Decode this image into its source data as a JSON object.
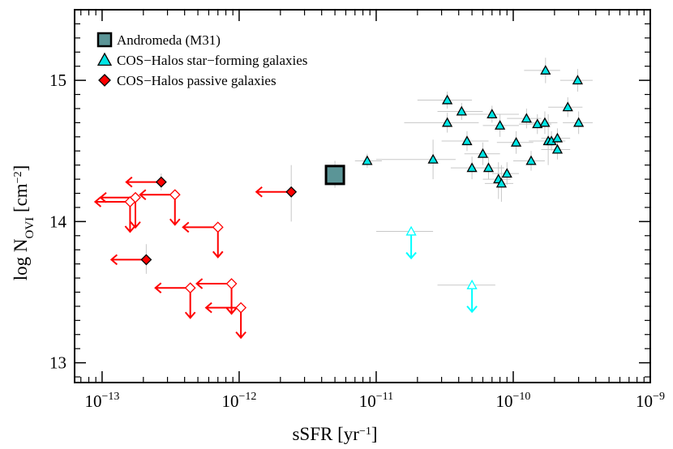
{
  "chart_data": {
    "type": "scatter",
    "title": "",
    "x_scale": "log",
    "xlim": [
      6.3e-14,
      1e-09
    ],
    "ylim": [
      12.86,
      15.5
    ],
    "x_ticks": [
      {
        "value": 1e-13,
        "base": "10",
        "exp": "−13"
      },
      {
        "value": 1e-12,
        "base": "10",
        "exp": "−12"
      },
      {
        "value": 1e-11,
        "base": "10",
        "exp": "−11"
      },
      {
        "value": 1e-10,
        "base": "10",
        "exp": "−10"
      },
      {
        "value": 1e-09,
        "base": "10",
        "exp": "−9"
      }
    ],
    "y_ticks": [
      {
        "value": 13,
        "label": "13"
      },
      {
        "value": 14,
        "label": "14"
      },
      {
        "value": 15,
        "label": "15"
      }
    ],
    "xlabel": {
      "main": "sSFR [yr",
      "sup": "−1",
      "end": "]"
    },
    "ylabel": {
      "main": "log N",
      "sub": "OVI",
      "mid": " [cm",
      "sup": "−2",
      "end": "]"
    },
    "legend_position": "top-left",
    "legend": [
      {
        "label": "Andromeda (M31)",
        "marker": "square",
        "color": "#5b9597"
      },
      {
        "label": "COS−Halos star−forming galaxies",
        "marker": "triangle",
        "color": "#00e5e5"
      },
      {
        "label": "COS−Halos passive galaxies",
        "marker": "diamond",
        "color": "#ff0000"
      }
    ],
    "colors": {
      "m31": "#5b9597",
      "star_forming": "#00e5e5",
      "star_forming_limit": "#00ffff",
      "passive": "#ff0000",
      "errorbar": "#c8c8c8"
    },
    "series": [
      {
        "name": "Andromeda (M31)",
        "marker": "square",
        "points": [
          {
            "x": 5e-12,
            "y": 14.33,
            "xerr": [
              4.6e-12,
              5.4e-12
            ],
            "yerr": [
              14.24,
              14.43
            ]
          }
        ]
      },
      {
        "name": "COS−Halos star−forming galaxies",
        "marker": "triangle",
        "points": [
          {
            "x": 8.6e-12,
            "y": 14.43,
            "xerr": [
              7e-12,
              1.1e-11
            ],
            "yerr": [
              14.38,
              14.48
            ]
          },
          {
            "x": 2.6e-11,
            "y": 14.44,
            "xerr": [
              1e-11,
              3.8e-11
            ],
            "yerr": [
              14.3,
              14.58
            ]
          },
          {
            "x": 3.3e-11,
            "y": 14.86,
            "xerr": [
              2e-11,
              5e-11
            ],
            "yerr": [
              14.8,
              14.92
            ]
          },
          {
            "x": 3.3e-11,
            "y": 14.7,
            "xerr": [
              1.6e-11,
              5.6e-11
            ],
            "yerr": [
              14.63,
              14.77
            ]
          },
          {
            "x": 4.2e-11,
            "y": 14.78,
            "xerr": [
              2.8e-11,
              6e-11
            ],
            "yerr": [
              14.72,
              14.84
            ]
          },
          {
            "x": 4.6e-11,
            "y": 14.57,
            "xerr": [
              3e-11,
              6.6e-11
            ],
            "yerr": [
              14.5,
              14.64
            ]
          },
          {
            "x": 5e-11,
            "y": 14.38,
            "xerr": [
              3.5e-11,
              7e-11
            ],
            "yerr": [
              14.3,
              14.46
            ]
          },
          {
            "x": 6e-11,
            "y": 14.48,
            "xerr": [
              4.4e-11,
              8e-11
            ],
            "yerr": [
              14.4,
              14.56
            ]
          },
          {
            "x": 6.6e-11,
            "y": 14.38,
            "xerr": [
              5e-11,
              8.6e-11
            ],
            "yerr": [
              14.3,
              14.46
            ]
          },
          {
            "x": 7e-11,
            "y": 14.76,
            "xerr": [
              4e-11,
              1.1e-10
            ],
            "yerr": [
              14.7,
              14.82
            ]
          },
          {
            "x": 7.8e-11,
            "y": 14.3,
            "xerr": [
              6e-11,
              9.6e-11
            ],
            "yerr": [
              14.16,
              14.42
            ]
          },
          {
            "x": 8e-11,
            "y": 14.68,
            "xerr": [
              6e-11,
              1.1e-10
            ],
            "yerr": [
              14.6,
              14.76
            ]
          },
          {
            "x": 8.2e-11,
            "y": 14.27,
            "xerr": [
              6.2e-11,
              1e-10
            ],
            "yerr": [
              14.14,
              14.4
            ]
          },
          {
            "x": 9e-11,
            "y": 14.34,
            "xerr": [
              7e-11,
              1.1e-10
            ],
            "yerr": [
              14.26,
              14.42
            ]
          },
          {
            "x": 1.05e-10,
            "y": 14.56,
            "xerr": [
              7.6e-11,
              1.4e-10
            ],
            "yerr": [
              14.48,
              14.64
            ]
          },
          {
            "x": 1.25e-10,
            "y": 14.73,
            "xerr": [
              9e-11,
              1.6e-10
            ],
            "yerr": [
              14.66,
              14.8
            ]
          },
          {
            "x": 1.35e-10,
            "y": 14.43,
            "xerr": [
              1e-10,
              1.7e-10
            ],
            "yerr": [
              14.36,
              14.5
            ]
          },
          {
            "x": 1.5e-10,
            "y": 14.69,
            "xerr": [
              1.1e-10,
              1.9e-10
            ],
            "yerr": [
              14.62,
              14.76
            ]
          },
          {
            "x": 1.7e-10,
            "y": 14.7,
            "xerr": [
              1.3e-10,
              2.1e-10
            ],
            "yerr": [
              14.62,
              14.78
            ]
          },
          {
            "x": 1.72e-10,
            "y": 15.07,
            "xerr": [
              1.2e-10,
              2.2e-10
            ],
            "yerr": [
              14.98,
              15.16
            ]
          },
          {
            "x": 1.8e-10,
            "y": 14.57,
            "xerr": [
              1.3e-10,
              2.3e-10
            ],
            "yerr": [
              14.4,
              14.76
            ]
          },
          {
            "x": 1.9e-10,
            "y": 14.57,
            "xerr": [
              1.4e-10,
              2.4e-10
            ],
            "yerr": [
              14.5,
              14.64
            ]
          },
          {
            "x": 2.1e-10,
            "y": 14.59,
            "xerr": [
              1.6e-10,
              2.6e-10
            ],
            "yerr": [
              14.52,
              14.66
            ]
          },
          {
            "x": 2.1e-10,
            "y": 14.51,
            "xerr": [
              1.6e-10,
              2.6e-10
            ],
            "yerr": [
              14.44,
              14.58
            ]
          },
          {
            "x": 2.5e-10,
            "y": 14.81,
            "xerr": [
              1.8e-10,
              3.2e-10
            ],
            "yerr": [
              14.74,
              14.88
            ]
          },
          {
            "x": 2.95e-10,
            "y": 15.0,
            "xerr": [
              2.2e-10,
              3.8e-10
            ],
            "yerr": [
              14.92,
              15.08
            ]
          },
          {
            "x": 3e-10,
            "y": 14.7,
            "xerr": [
              2.3e-10,
              3.8e-10
            ],
            "yerr": [
              14.62,
              14.78
            ]
          }
        ]
      },
      {
        "name": "COS−Halos star−forming galaxies (upper limits)",
        "marker": "triangle-open",
        "points": [
          {
            "x": 1.8e-11,
            "y": 13.93,
            "xerr": [
              1e-11,
              2.6e-11
            ]
          },
          {
            "x": 5e-11,
            "y": 13.55,
            "xerr": [
              2.8e-11,
              7.4e-11
            ]
          }
        ]
      },
      {
        "name": "COS−Halos passive galaxies",
        "marker": "diamond",
        "points": [
          {
            "x": 2.7e-13,
            "y": 14.28,
            "yerr": [
              14.22,
              14.34
            ],
            "xlimit": "upper"
          },
          {
            "x": 2.4e-12,
            "y": 14.21,
            "yerr": [
              14.0,
              14.4
            ],
            "xlimit": "upper"
          },
          {
            "x": 2.1e-13,
            "y": 13.73,
            "yerr": [
              13.63,
              13.84
            ],
            "xlimit": "upper"
          }
        ]
      },
      {
        "name": "COS−Halos passive galaxies (upper limits)",
        "marker": "diamond-open",
        "points": [
          {
            "x": 1.6e-13,
            "y": 14.14,
            "xlimit": "upper",
            "ylimit": "upper"
          },
          {
            "x": 1.75e-13,
            "y": 14.17,
            "xlimit": "upper",
            "ylimit": "upper"
          },
          {
            "x": 3.4e-13,
            "y": 14.19,
            "xlimit": "upper",
            "ylimit": "upper"
          },
          {
            "x": 7e-13,
            "y": 13.96,
            "xlimit": "upper",
            "ylimit": "upper"
          },
          {
            "x": 4.4e-13,
            "y": 13.53,
            "xlimit": "upper",
            "ylimit": "upper"
          },
          {
            "x": 8.8e-13,
            "y": 13.56,
            "xlimit": "upper",
            "ylimit": "upper"
          },
          {
            "x": 1.03e-12,
            "y": 13.39,
            "xlimit": "upper",
            "ylimit": "upper"
          }
        ]
      }
    ]
  }
}
